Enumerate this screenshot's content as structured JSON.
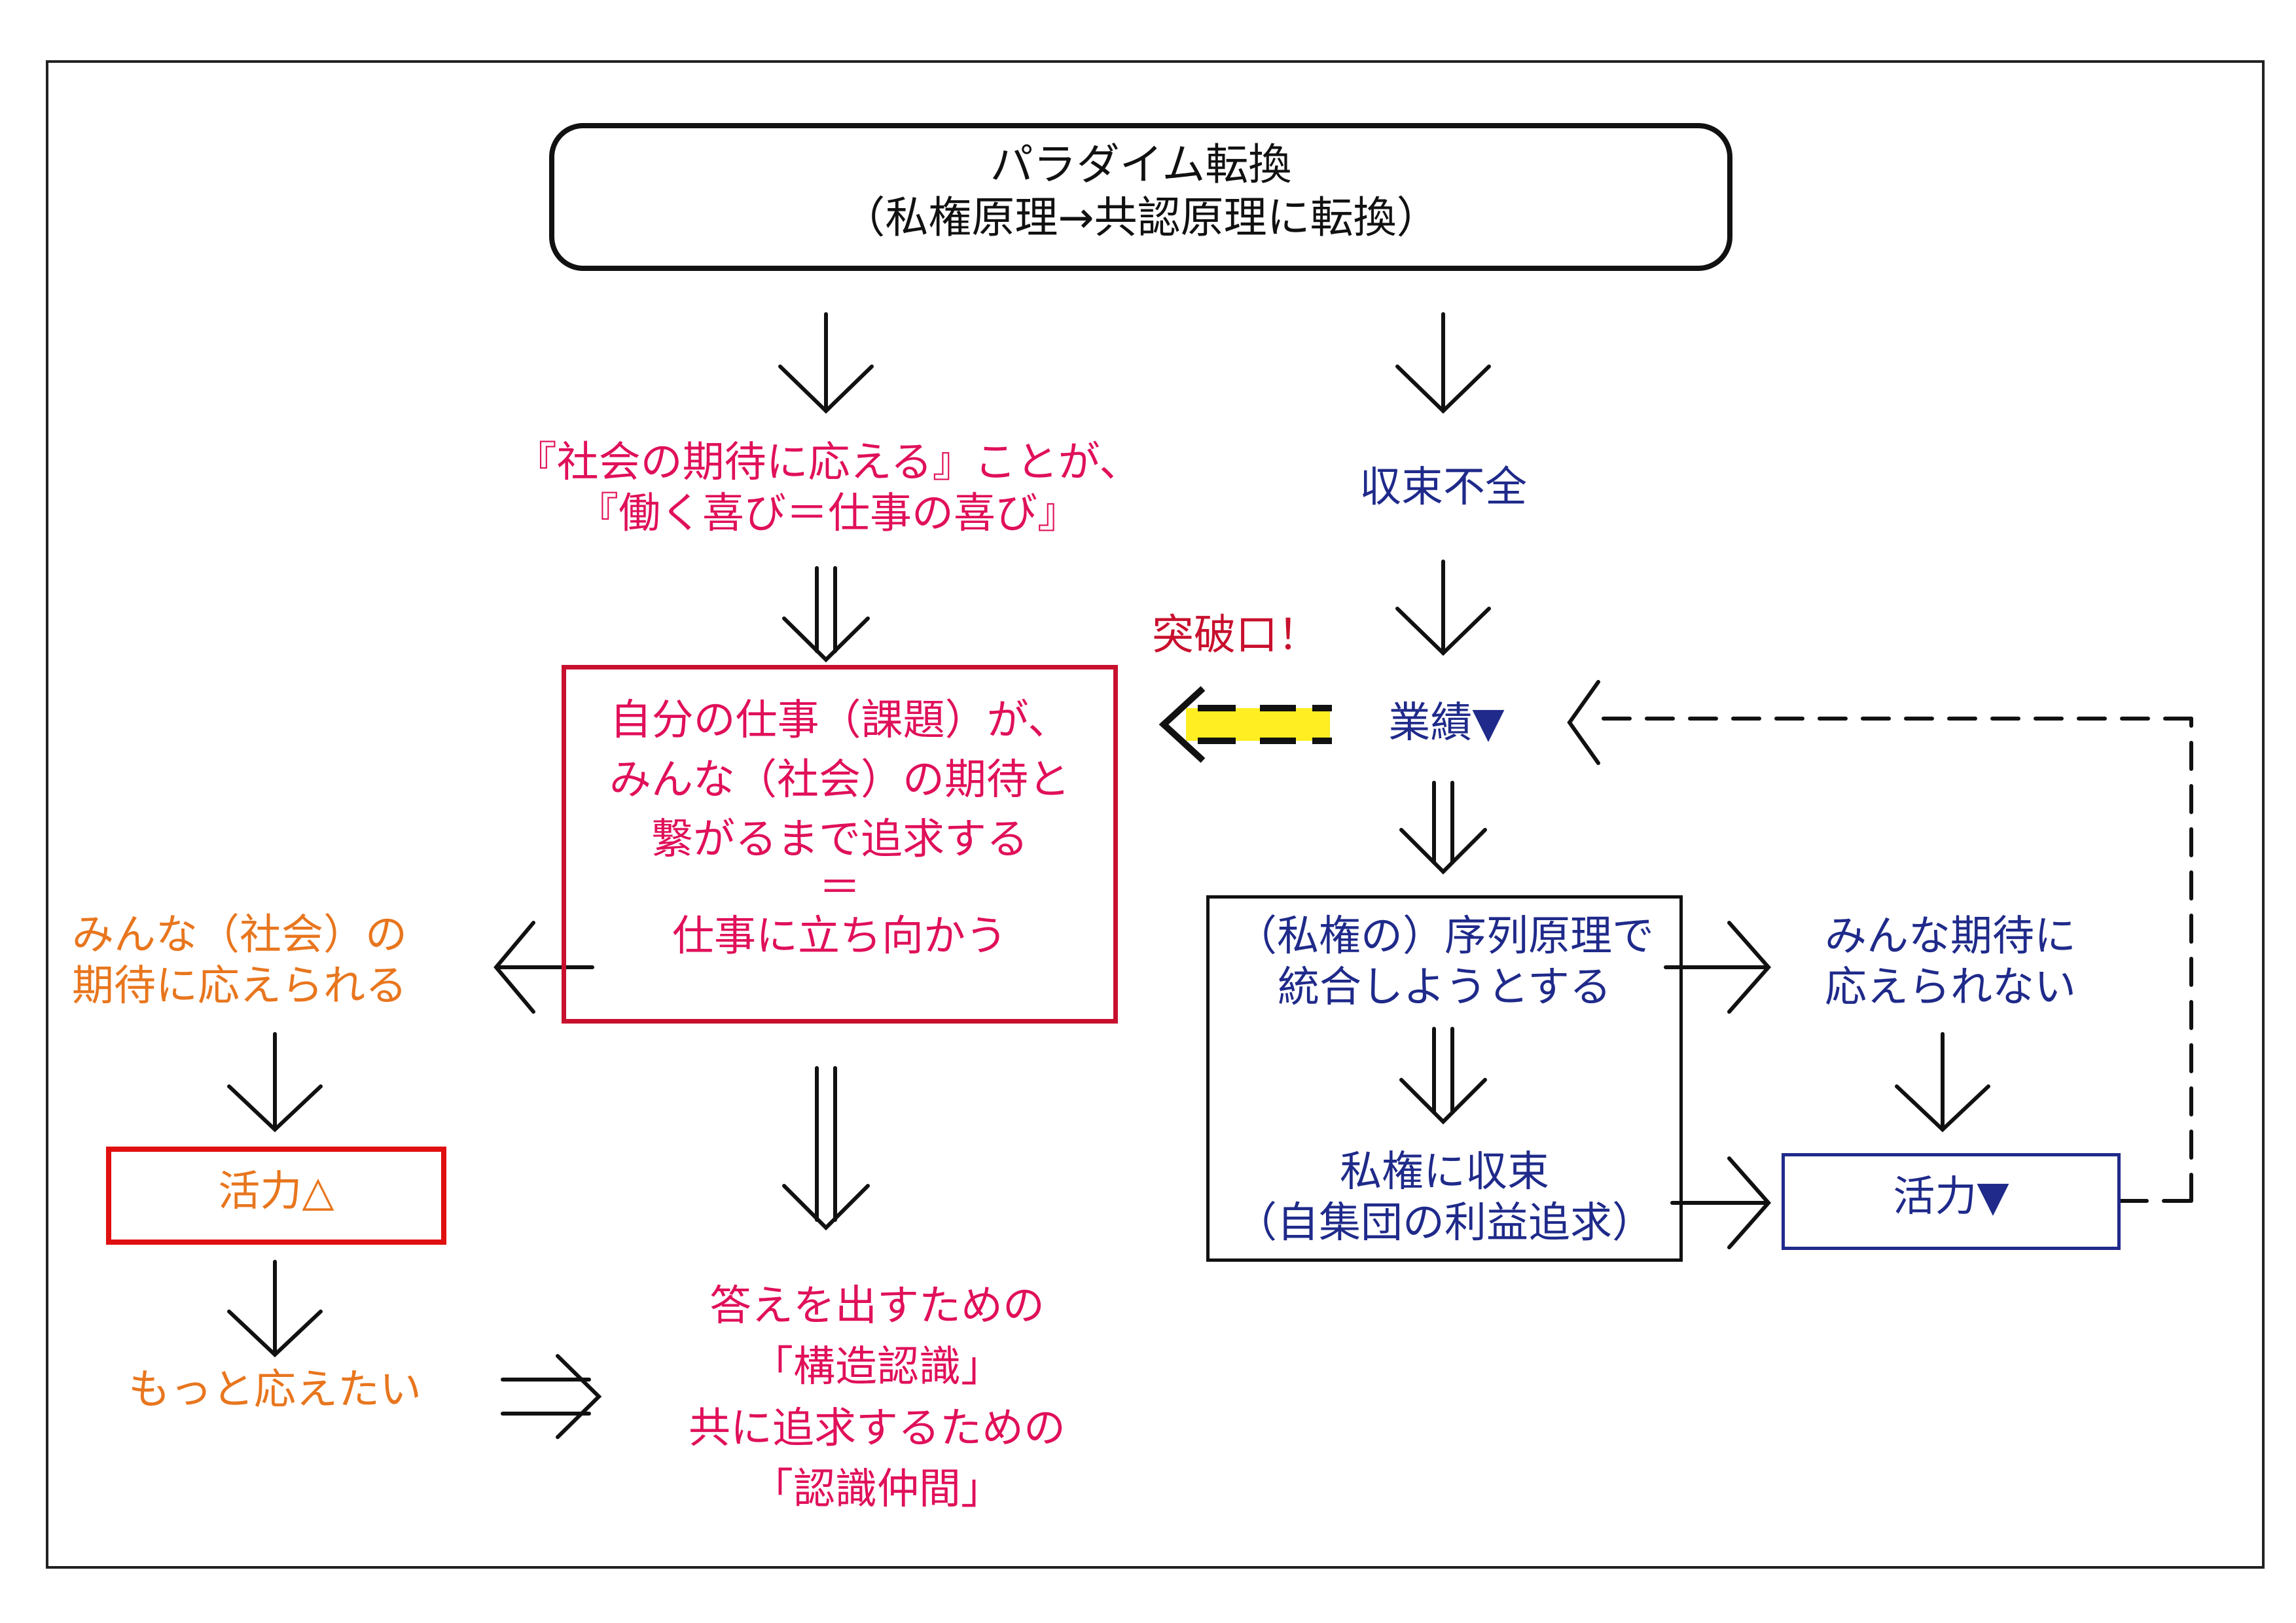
{
  "colors": {
    "black": "#111111",
    "pink": "#e0105a",
    "navy": "#1f2a8a",
    "orange": "#e8761e",
    "red": "#e01010",
    "darkred": "#c8102e",
    "yellow": "#ffee22"
  },
  "top_box": {
    "line1": "パラダイム転換",
    "line2": "（私権原理→共認原理に転換）"
  },
  "left": {
    "expectation_line1": "『社会の期待に応える』ことが、",
    "expectation_line2": "『働く喜び＝仕事の喜び』",
    "pursuit_line1": "自分の仕事（課題）が、",
    "pursuit_line2": "みんな（社会）の期待と",
    "pursuit_line3": "繋がるまで追求する",
    "pursuit_equals": "＝",
    "pursuit_line4": "仕事に立ち向かう",
    "meet_line1": "みんな（社会）の",
    "meet_line2": "期待に応えられる",
    "vitality_up": "活力△",
    "want_more": "もっと応えたい",
    "answer_line1": "答えを出すための",
    "answer_line2": "「構造認識」",
    "answer_line3": "共に追求するための",
    "answer_line4": "「認識仲間」"
  },
  "right": {
    "convergence_failure": "収束不全",
    "breakthrough": "突破口！",
    "performance_down": "業績▼",
    "hierarchy_line1": "（私権の）序列原理で",
    "hierarchy_line2": "統合しようとする",
    "private_line1": "私権に収束",
    "private_line2": "（自集団の利益追求）",
    "cannot_meet_line1": "みんな期待に",
    "cannot_meet_line2": "応えられない",
    "vitality_down": "活力▼"
  }
}
